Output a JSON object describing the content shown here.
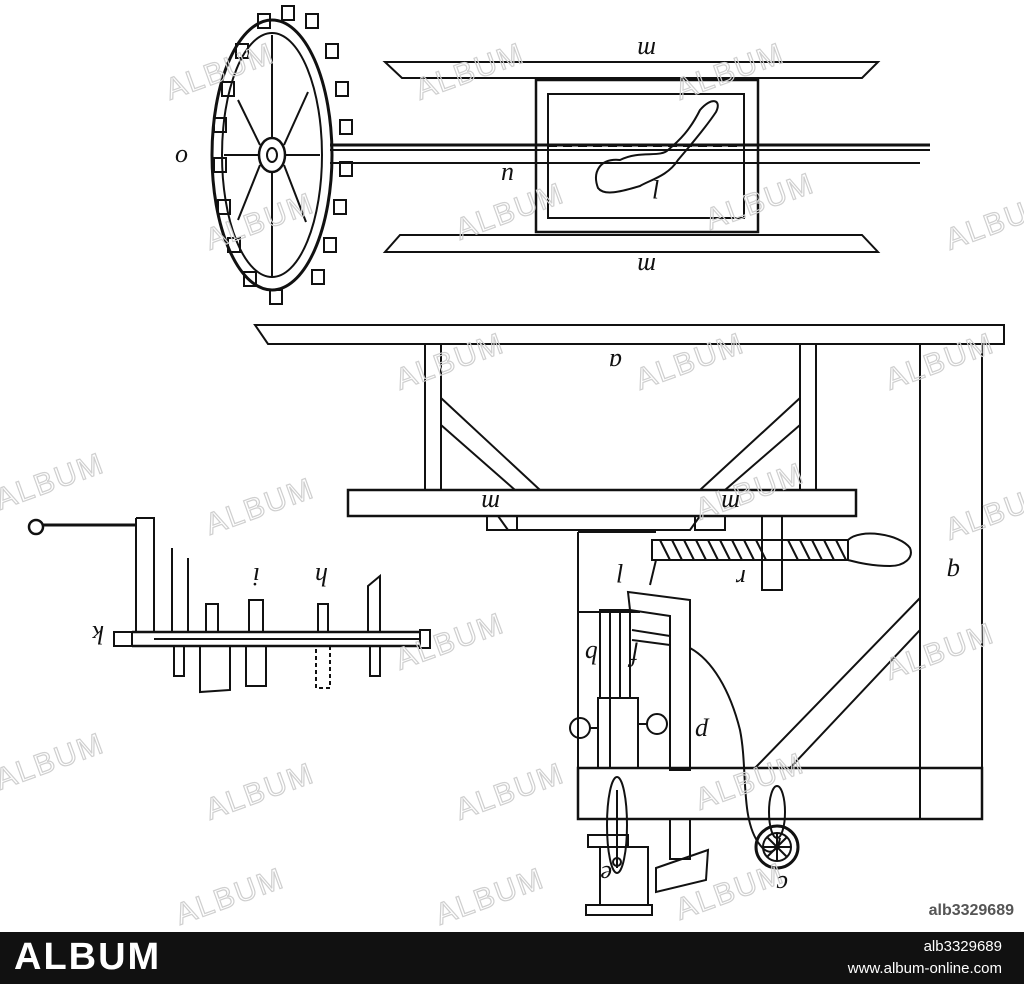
{
  "labels": {
    "o": "o",
    "u": "u",
    "l_top": "l",
    "m_top": "m",
    "m_bottom": "m",
    "a": "a",
    "m_left": "m",
    "m_right": "m",
    "r": "r",
    "l_mid": "l",
    "b": "b",
    "f": "f",
    "p": "p",
    "q": "q",
    "e": "e",
    "c": "c",
    "k": "k",
    "i": "i",
    "h": "h"
  },
  "watermark": "ALBUM",
  "image_id": "alb3329689",
  "footer": {
    "brand": "ALBUM",
    "id": "alb3329689",
    "url": "www.album-online.com"
  }
}
